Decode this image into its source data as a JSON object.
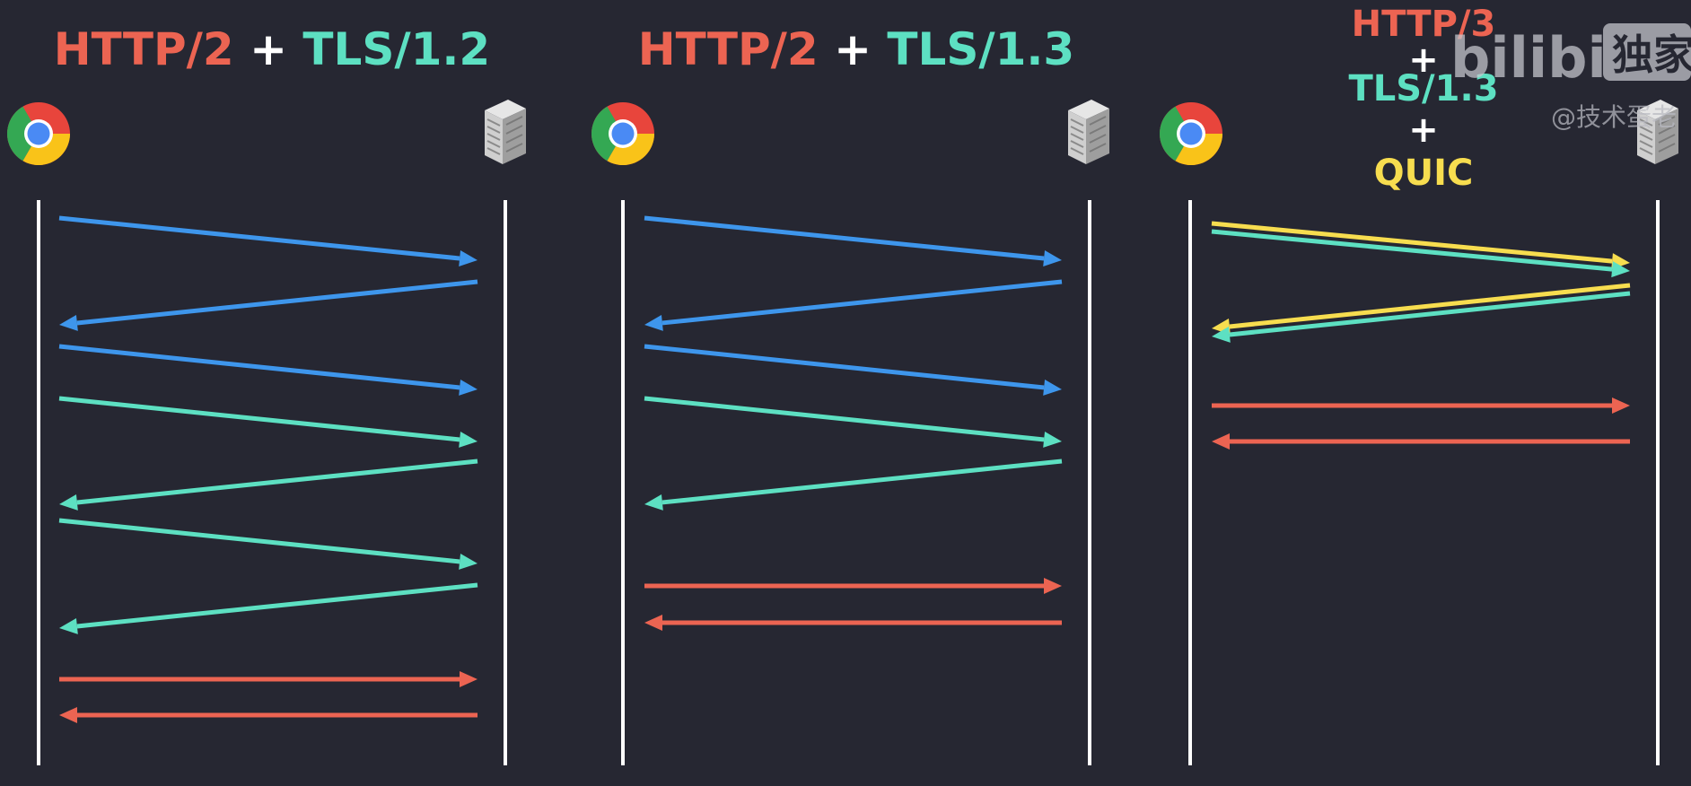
{
  "colors": {
    "background": "#262732",
    "http": "#EC6452",
    "tls": "#5DE0C2",
    "plus": "#FFFFFF",
    "quic": "#F7DD4F",
    "tcp": "#3E96EC",
    "lifeline": "#FFFFFF",
    "watermark": "#B9BAC2"
  },
  "panels": [
    {
      "id": "http2-tls12",
      "title_parts": [
        {
          "text": "HTTP/2",
          "color_key": "http"
        },
        {
          "text": " + ",
          "color_key": "plus"
        },
        {
          "text": "TLS/1.2",
          "color_key": "tls"
        }
      ],
      "client_icon": "chrome-browser-icon",
      "server_icon": "server-icon",
      "messages": [
        {
          "phase": "tcp",
          "direction": "to_server"
        },
        {
          "phase": "tcp",
          "direction": "to_client"
        },
        {
          "phase": "tcp",
          "direction": "to_server"
        },
        {
          "phase": "tls",
          "direction": "to_server"
        },
        {
          "phase": "tls",
          "direction": "to_client"
        },
        {
          "phase": "tls",
          "direction": "to_server"
        },
        {
          "phase": "tls",
          "direction": "to_client"
        },
        {
          "phase": "http",
          "direction": "to_server"
        },
        {
          "phase": "http",
          "direction": "to_client"
        }
      ]
    },
    {
      "id": "http2-tls13",
      "title_parts": [
        {
          "text": "HTTP/2",
          "color_key": "http"
        },
        {
          "text": " + ",
          "color_key": "plus"
        },
        {
          "text": "TLS/1.3",
          "color_key": "tls"
        }
      ],
      "client_icon": "chrome-browser-icon",
      "server_icon": "server-icon",
      "messages": [
        {
          "phase": "tcp",
          "direction": "to_server"
        },
        {
          "phase": "tcp",
          "direction": "to_client"
        },
        {
          "phase": "tcp",
          "direction": "to_server"
        },
        {
          "phase": "tls",
          "direction": "to_server"
        },
        {
          "phase": "tls",
          "direction": "to_client"
        },
        {
          "phase": "http",
          "direction": "to_server"
        },
        {
          "phase": "http",
          "direction": "to_client"
        }
      ]
    },
    {
      "id": "http3-tls13-quic",
      "title_parts": [
        {
          "text": "HTTP/3",
          "color_key": "http"
        },
        {
          "text": "+",
          "color_key": "plus"
        },
        {
          "text": "TLS/1.3",
          "color_key": "tls"
        },
        {
          "text": "+",
          "color_key": "plus"
        },
        {
          "text": "QUIC",
          "color_key": "quic"
        }
      ],
      "client_icon": "chrome-browser-icon",
      "server_icon": "server-icon",
      "messages": [
        {
          "phase": "quic+tls",
          "direction": "to_server"
        },
        {
          "phase": "quic+tls",
          "direction": "to_client"
        },
        {
          "phase": "http",
          "direction": "to_server"
        },
        {
          "phase": "http",
          "direction": "to_client"
        }
      ]
    }
  ],
  "watermark": {
    "logo_text": "bilibili",
    "badge_text": "独家",
    "author_text": "@技术蛋老"
  }
}
